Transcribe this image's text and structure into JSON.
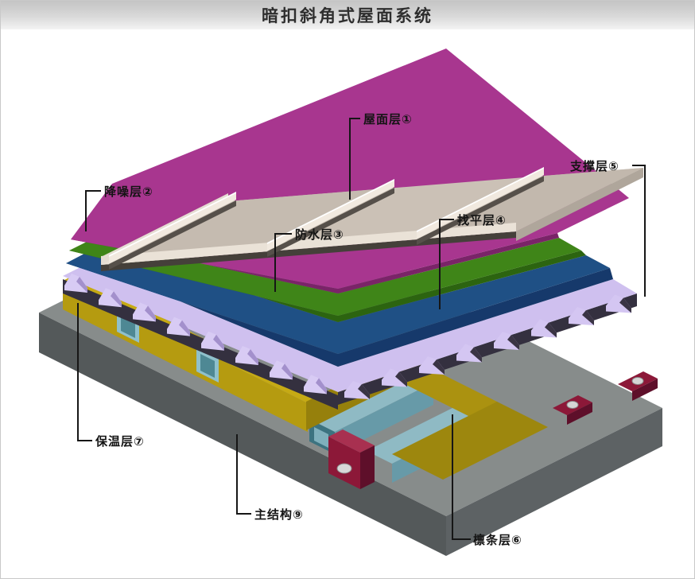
{
  "title": "暗扣斜角式屋面系统",
  "diagram": {
    "labels": [
      {
        "text": "屋面层①"
      },
      {
        "text": "降噪层②"
      },
      {
        "text": "防水层③"
      },
      {
        "text": "找平层④"
      },
      {
        "text": "支撑层⑤"
      },
      {
        "text": "檩条层⑥"
      },
      {
        "text": "保温层⑦"
      },
      {
        "text": "主结构⑨"
      }
    ],
    "colors": {
      "roof_panel": "#CBC1B6",
      "noise_reduction": "#A8368F",
      "waterproof": "#3F8518",
      "leveling": "#1F5085",
      "support_deck": "#CFC0EF",
      "purlin": "#8FBAC4",
      "insulation": "#B59B10",
      "main_structure_top": "#878C8B",
      "main_structure_front": "#54595A",
      "clip": "#8C1838"
    }
  }
}
